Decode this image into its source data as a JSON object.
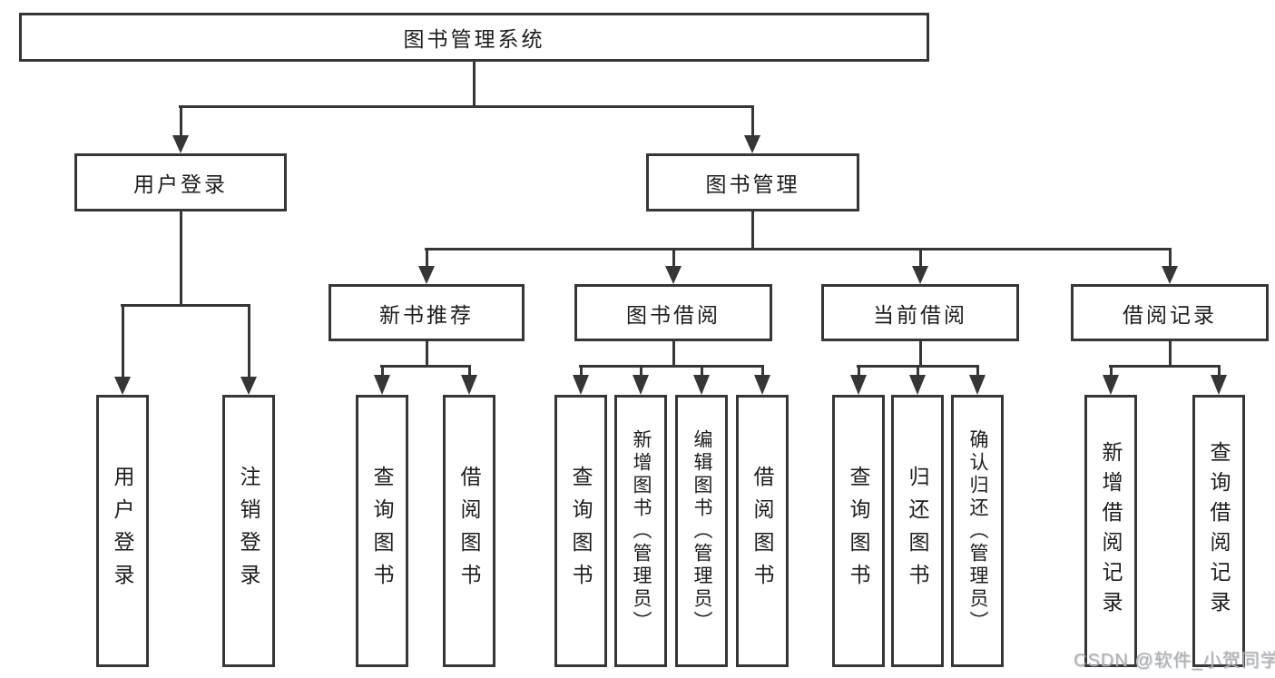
{
  "diagram": {
    "type": "hierarchy-tree",
    "root": "图书管理系统",
    "branches": [
      {
        "label": "用户登录",
        "children": [
          "用户登录",
          "注销登录"
        ]
      },
      {
        "label": "图书管理",
        "children": [
          {
            "label": "新书推荐",
            "children": [
              "查询图书",
              "借阅图书"
            ]
          },
          {
            "label": "图书借阅",
            "children": [
              "查询图书",
              "新增图书（管理员）",
              "编辑图书（管理员）",
              "借阅图书"
            ]
          },
          {
            "label": "当前借阅",
            "children": [
              "查询图书",
              "归还图书",
              "确认归还（管理员）"
            ]
          },
          {
            "label": "借阅记录",
            "children": [
              "新增借阅记录",
              "查询借阅记录"
            ]
          }
        ]
      }
    ]
  },
  "watermark": "CSDN @软件_小贺同学",
  "colors": {
    "line": "#363636",
    "box_border": "#363636",
    "text": "#1c1c1c",
    "watermark": "#aeb2b8",
    "background": "#ffffff"
  }
}
